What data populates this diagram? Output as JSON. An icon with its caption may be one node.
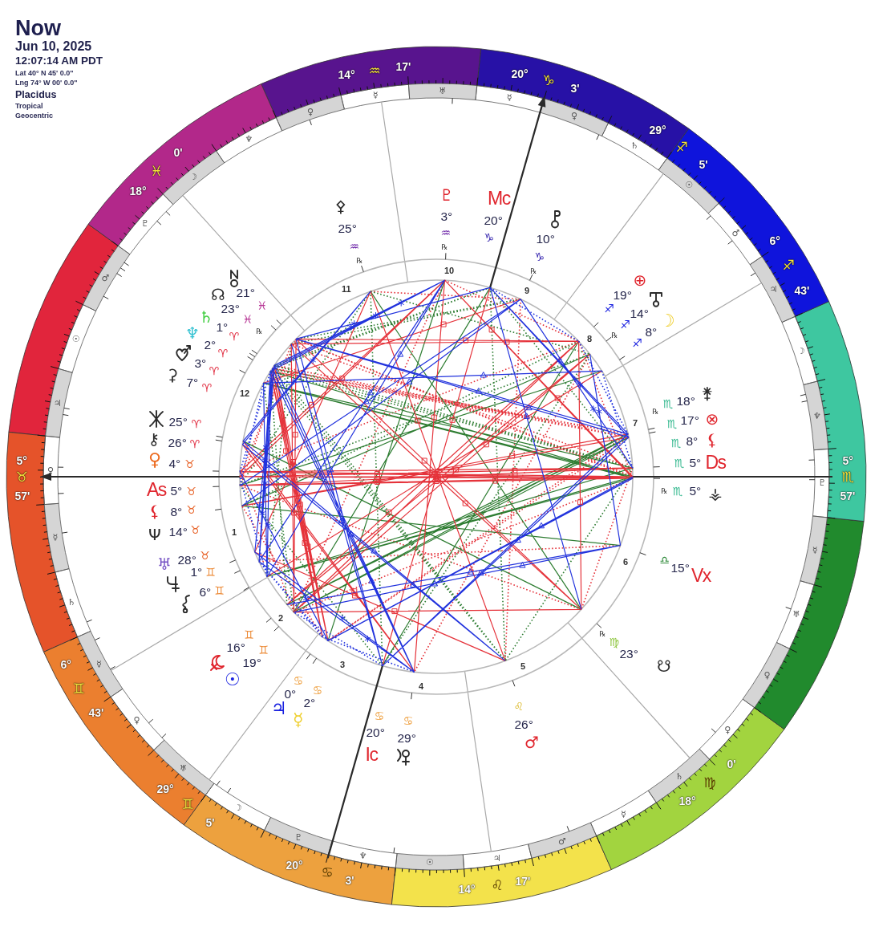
{
  "diagram": {
    "title": "Now",
    "labels": [
      "Jun 10, 2025",
      "12:07:14 AM PDT",
      "Lat 40° N 45' 0.0\"",
      "Lng 74° W 00' 0.0\"",
      "Placidus",
      "Tropical",
      "Geocentric",
      "18°",
      "♓",
      "0'",
      "14°",
      "♒",
      "17'",
      "20°",
      "♑",
      "3'",
      "29°",
      "♐",
      "5'",
      "6°",
      "♐",
      "43'",
      "5°",
      "♏",
      "57'",
      "18°",
      "♍",
      "0'",
      "14°",
      "♌",
      "17'",
      "20°",
      "♋",
      "3'",
      "29°",
      "♊",
      "5'",
      "6°",
      "♊",
      "43'",
      "5°",
      "♉",
      "57'",
      "⚴",
      "25°",
      "♒",
      "℞",
      "♇",
      "3°",
      "♒",
      "℞",
      "Mc",
      "20°",
      "♑",
      "10°",
      "♑",
      "℞",
      "⊕",
      "19°",
      "♐",
      "14°",
      "♐",
      "℞",
      "☽",
      "8°",
      "♐",
      "⚵",
      "18°",
      "♏",
      "℞",
      "⊗",
      "17°",
      "♏",
      "⚸",
      "8°",
      "♏",
      "Ds",
      "5°",
      "♏",
      "⚶",
      "5°",
      "♏",
      "℞",
      "Vx",
      "15°",
      "♎",
      "☋",
      "23°",
      "♍",
      "℞",
      "♂",
      "26°",
      "♌",
      "29°",
      "♋",
      "Ic",
      "20°",
      "♋",
      "☿",
      "2°",
      "♋",
      "♃",
      "0°",
      "♋",
      "☉",
      "19°",
      "♊",
      "16°",
      "♊",
      "6°",
      "♊",
      "1°",
      "♊",
      "♅",
      "28°",
      "♉",
      "Ψ",
      "14°",
      "♉",
      "⚸",
      "8°",
      "♉",
      "As",
      "5°",
      "♉",
      "♀",
      "4°",
      "♉",
      "⚷",
      "26°",
      "♈",
      "25°",
      "♈",
      "⚳",
      "7°",
      "♈",
      "3°",
      "♈",
      "♆",
      "2°",
      "♈",
      "♄",
      "1°",
      "♈",
      "☊",
      "23°",
      "♓",
      "℞",
      "21°",
      "♓",
      "1",
      "2",
      "3",
      "4",
      "5",
      "6",
      "7",
      "8",
      "9",
      "10",
      "11",
      "12",
      "♂",
      "☉",
      "♃",
      "♀",
      "☿",
      "♄",
      "☿",
      "♀",
      "♅",
      "☽",
      "♇",
      "♆",
      "☉",
      "♃",
      "♂",
      "☿",
      "♄",
      "♀",
      "♀",
      "♅",
      "☿",
      "♇",
      "♆",
      "☽",
      "♃",
      "♂",
      "☉",
      "♄",
      "♀",
      "☿",
      "♅",
      "☿",
      "♀",
      "♆",
      "☽",
      "♇"
    ]
  }
}
